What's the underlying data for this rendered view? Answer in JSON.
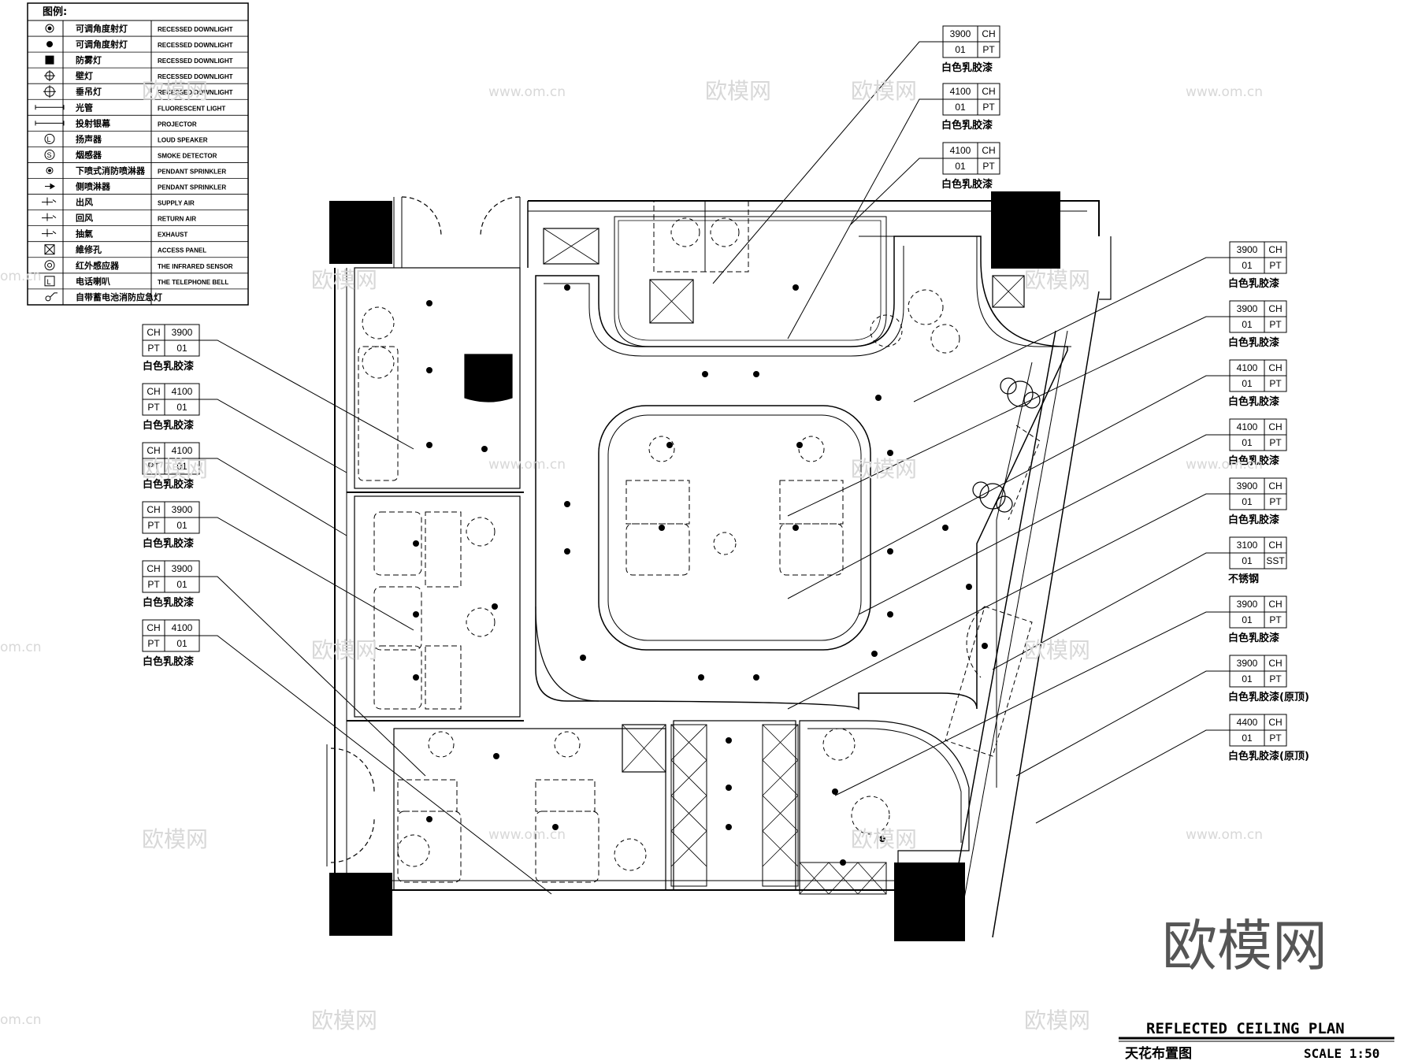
{
  "legend": {
    "title": "图例:",
    "rows": [
      {
        "icon": "recessed-downlight-ring-icon",
        "cn": "可调角度射灯",
        "en": "RECESSED DOWNLIGHT"
      },
      {
        "icon": "recessed-downlight-dot-icon",
        "cn": "可调角度射灯",
        "en": "RECESSED DOWNLIGHT"
      },
      {
        "icon": "fog-light-icon",
        "cn": "防雾灯",
        "en": "RECESSED DOWNLIGHT"
      },
      {
        "icon": "wall-light-icon",
        "cn": "壁灯",
        "en": "RECESSED DOWNLIGHT"
      },
      {
        "icon": "pendant-light-icon",
        "cn": "垂吊灯",
        "en": "RECESSED DOWNLIGHT"
      },
      {
        "icon": "light-tube-icon",
        "cn": "光管",
        "en": "FLUORESCENT LIGHT"
      },
      {
        "icon": "projector-screen-icon",
        "cn": "投射银幕",
        "en": "PROJECTOR"
      },
      {
        "icon": "loud-speaker-icon",
        "cn": "扬声器",
        "en": "LOUD SPEAKER"
      },
      {
        "icon": "smoke-detector-icon",
        "cn": "烟感器",
        "en": "SMOKE DETECTOR"
      },
      {
        "icon": "pendant-sprinkler-icon",
        "cn": "下喷式消防喷淋器",
        "en": "PENDANT SPRINKLER"
      },
      {
        "icon": "side-sprinkler-icon",
        "cn": "侧喷淋器",
        "en": "PENDANT SPRINKLER"
      },
      {
        "icon": "supply-air-icon",
        "cn": "出风",
        "en": "SUPPLY AIR"
      },
      {
        "icon": "return-air-icon",
        "cn": "回风",
        "en": "RETURN AIR"
      },
      {
        "icon": "exhaust-icon",
        "cn": "抽氣",
        "en": "EXHAUST"
      },
      {
        "icon": "access-panel-icon",
        "cn": "維修孔",
        "en": "ACCESS PANEL"
      },
      {
        "icon": "infrared-sensor-icon",
        "cn": "红外感应器",
        "en": "THE INFRARED SENSOR"
      },
      {
        "icon": "telephone-bell-icon",
        "cn": "电话喇叭",
        "en": "THE TELEPHONE BELL"
      },
      {
        "icon": "emergency-light-icon",
        "cn": "自带蓄电池消防应急灯",
        "en": ""
      }
    ]
  },
  "tags_top": [
    {
      "ch": "3900",
      "pt": "01",
      "code": "PT",
      "label": "白色乳胶漆"
    },
    {
      "ch": "4100",
      "pt": "01",
      "code": "PT",
      "label": "白色乳胶漆"
    },
    {
      "ch": "4100",
      "pt": "01",
      "code": "PT",
      "label": "白色乳胶漆"
    }
  ],
  "tags_left": [
    {
      "ch": "3900",
      "pt": "01",
      "code": "PT",
      "label": "白色乳胶漆"
    },
    {
      "ch": "4100",
      "pt": "01",
      "code": "PT",
      "label": "白色乳胶漆"
    },
    {
      "ch": "4100",
      "pt": "01",
      "code": "PT",
      "label": "白色乳胶漆"
    },
    {
      "ch": "3900",
      "pt": "01",
      "code": "PT",
      "label": "白色乳胶漆"
    },
    {
      "ch": "3900",
      "pt": "01",
      "code": "PT",
      "label": "白色乳胶漆"
    },
    {
      "ch": "4100",
      "pt": "01",
      "code": "PT",
      "label": "白色乳胶漆"
    }
  ],
  "tags_right": [
    {
      "ch": "3900",
      "pt": "01",
      "code": "PT",
      "label": "白色乳胶漆"
    },
    {
      "ch": "3900",
      "pt": "01",
      "code": "PT",
      "label": "白色乳胶漆"
    },
    {
      "ch": "4100",
      "pt": "01",
      "code": "PT",
      "label": "白色乳胶漆"
    },
    {
      "ch": "4100",
      "pt": "01",
      "code": "PT",
      "label": "白色乳胶漆"
    },
    {
      "ch": "3900",
      "pt": "01",
      "code": "PT",
      "label": "白色乳胶漆"
    },
    {
      "ch": "3100",
      "pt": "01",
      "code": "SST",
      "label": "不锈钢"
    },
    {
      "ch": "3900",
      "pt": "01",
      "code": "PT",
      "label": "白色乳胶漆"
    },
    {
      "ch": "3900",
      "pt": "01",
      "code": "PT",
      "label": "白色乳胶漆(原顶)"
    },
    {
      "ch": "4400",
      "pt": "01",
      "code": "PT",
      "label": "白色乳胶漆(原顶)"
    }
  ],
  "title_block": {
    "en": "REFLECTED CEILING PLAN",
    "cn": "天花布置图",
    "scale": "SCALE 1:50"
  },
  "watermark": {
    "big": "欧模网",
    "small": "欧模网",
    "url": "www.om.cn",
    "url_partial": "om.cn"
  }
}
